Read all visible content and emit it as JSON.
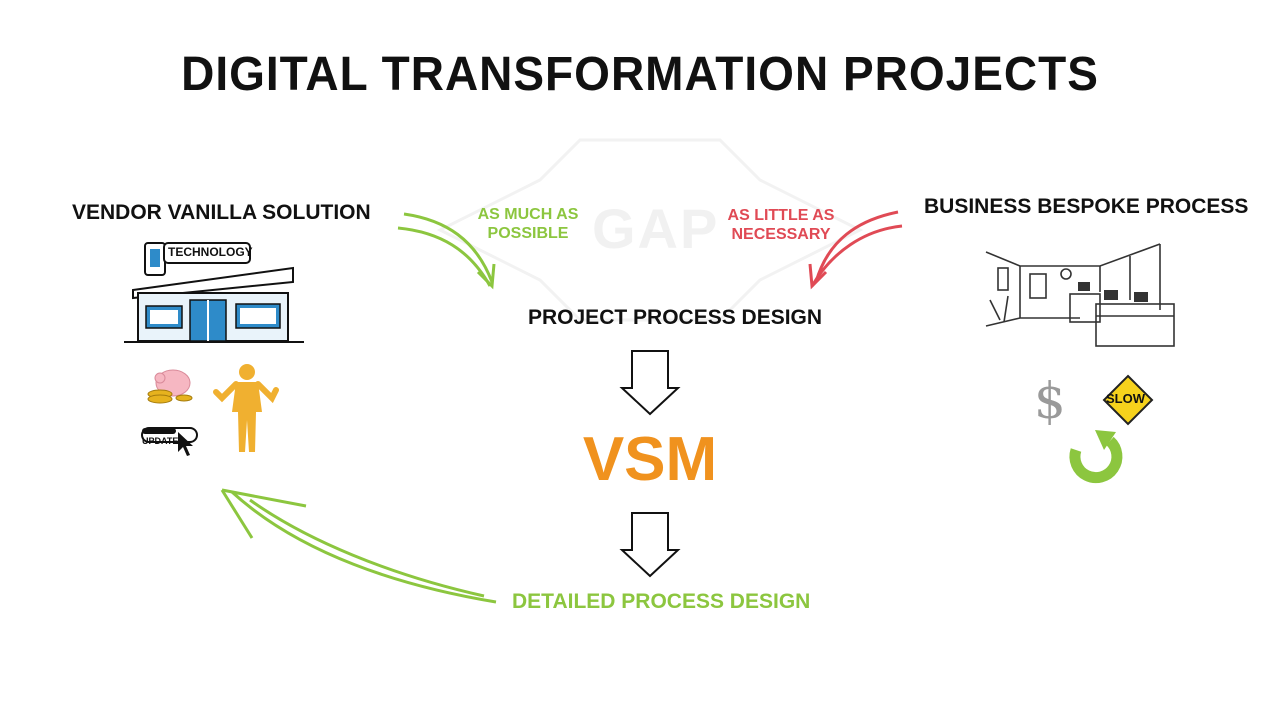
{
  "title": "DIGITAL TRANSFORMATION PROJECTS",
  "left": {
    "label": "VENDOR VANILLA SOLUTION",
    "store_sign": "TECHNOLOGY",
    "update_label": "UPDATE",
    "icons": [
      "storefront-icon",
      "piggy-bank-icon",
      "coins-icon",
      "shrugging-person-icon",
      "update-cursor-icon"
    ]
  },
  "right": {
    "label": "BUSINESS BESPOKE PROCESS",
    "slow_label": "SLOW",
    "dollar": "$",
    "icons": [
      "office-interior-icon",
      "dollar-icon",
      "slow-sign-icon",
      "refresh-icon"
    ]
  },
  "center": {
    "gap_watermark": "GAP",
    "as_much": "AS MUCH AS POSSIBLE",
    "as_little": "AS LITTLE AS NECESSARY",
    "project_process": "PROJECT PROCESS DESIGN",
    "vsm": "VSM",
    "detailed_process": "DETAILED PROCESS DESIGN"
  },
  "colors": {
    "green": "#8cc63f",
    "red": "#e04a55",
    "orange": "#f0921e",
    "dark": "#111111",
    "building_blue": "#2e8bc9"
  }
}
